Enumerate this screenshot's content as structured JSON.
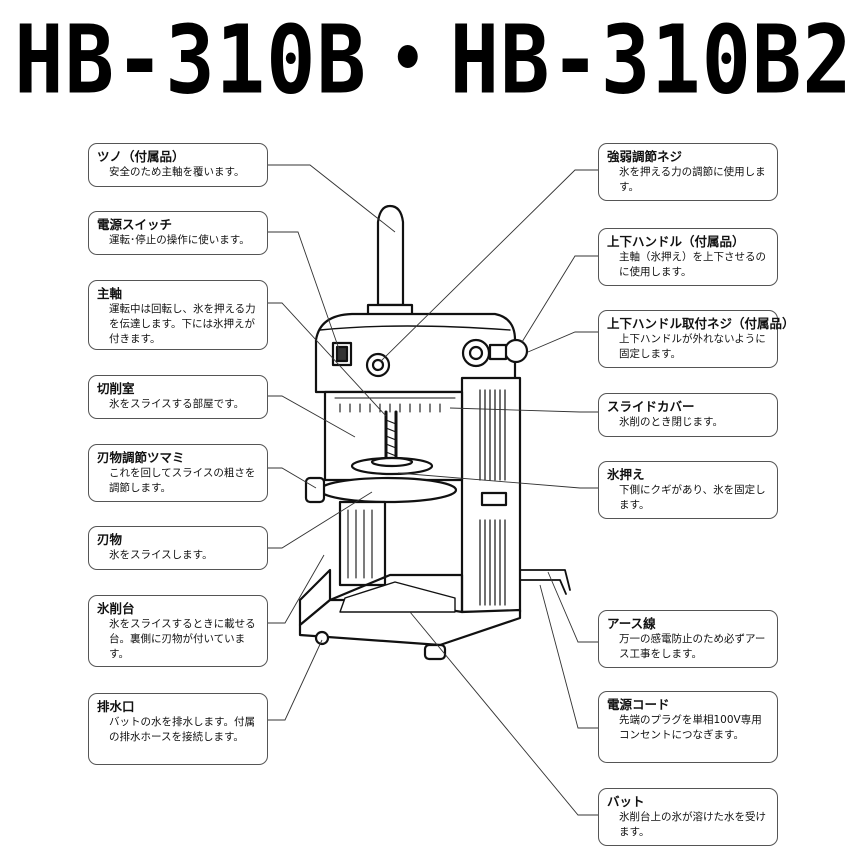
{
  "title": "HB-310B・HB-310B2",
  "callouts": [
    {
      "title": "ツノ（付属品）",
      "desc": "安全のため主軸を覆います。"
    },
    {
      "title": "電源スイッチ",
      "desc": "運転･停止の操作に使います。"
    },
    {
      "title": "主軸",
      "desc": "運転中は回転し、氷を押える力を伝達します。下には氷押えが付きます。"
    },
    {
      "title": "切削室",
      "desc": "氷をスライスする部屋です。"
    },
    {
      "title": "刃物調節ツマミ",
      "desc": "これを回してスライスの粗さを調節します。"
    },
    {
      "title": "刃物",
      "desc": "氷をスライスします。"
    },
    {
      "title": "氷削台",
      "desc": "氷をスライスするときに載せる台。裏側に刃物が付いています。"
    },
    {
      "title": "排水口",
      "desc": "バットの水を排水します。付属の排水ホースを接続します。"
    },
    {
      "title": "強弱調節ネジ",
      "desc": "氷を押える力の調節に使用します。"
    },
    {
      "title": "上下ハンドル（付属品）",
      "desc": "主軸（氷押え）を上下させるのに使用します。"
    },
    {
      "title": "上下ハンドル取付ネジ（付属品）",
      "desc": "上下ハンドルが外れないように固定します。"
    },
    {
      "title": "スライドカバー",
      "desc": "氷削のとき閉じます。"
    },
    {
      "title": "氷押え",
      "desc": "下側にクギがあり、氷を固定します。"
    },
    {
      "title": "アース線",
      "desc": "万一の感電防止のため必ずアース工事をします。"
    },
    {
      "title": "電源コード",
      "desc": "先端のプラグを単相100V専用コンセントにつなぎます。"
    },
    {
      "title": "バット",
      "desc": "氷削台上の氷が溶けた水を受けます。"
    }
  ]
}
